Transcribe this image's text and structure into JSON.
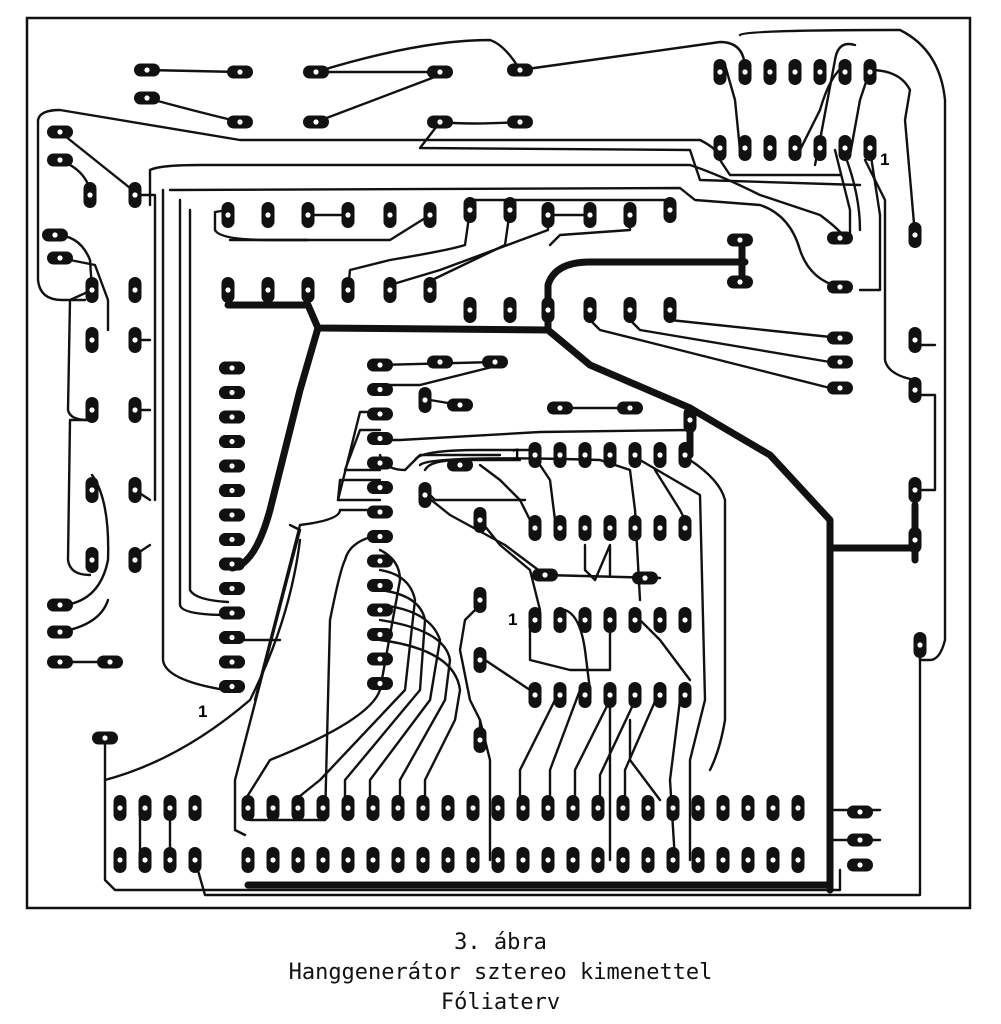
{
  "figure": {
    "pin1_labels": [
      "1",
      "1",
      "1",
      "1"
    ],
    "colors": {
      "ink": "#111111",
      "paper": "#ffffff"
    }
  },
  "caption": {
    "number": "3. ábra",
    "title": "Hanggenerátor sztereo kimenettel",
    "subtitle": "Fóliaterv"
  }
}
